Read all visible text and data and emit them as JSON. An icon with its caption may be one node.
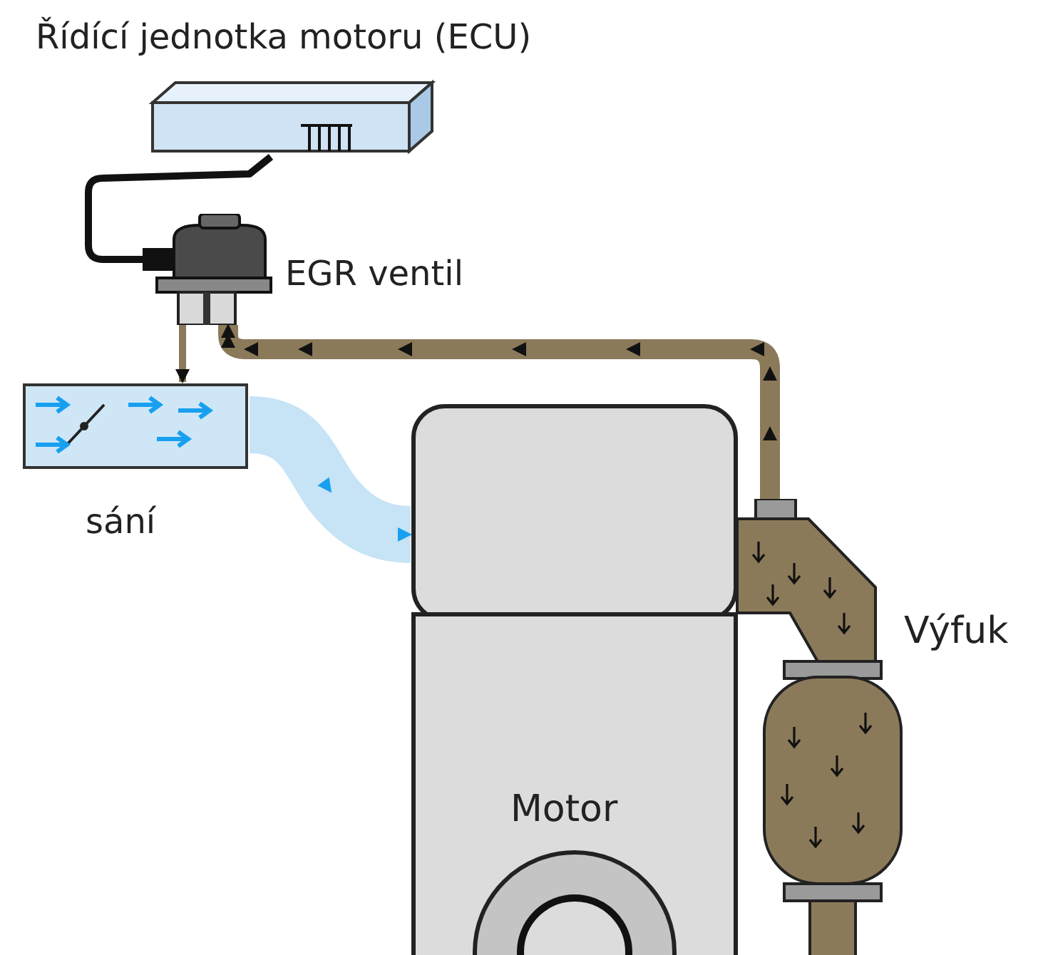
{
  "diagram": {
    "nodes": [
      {
        "text": [
          "Řídící jednotka motoru (ECU)"
        ]
      },
      {
        "text": [
          "EGR ventil"
        ]
      },
      {
        "text": [
          "sání"
        ]
      },
      {
        "text": [
          "Motor"
        ]
      },
      {
        "text": [
          "Výfuk"
        ]
      }
    ],
    "edges": [
      {
        "from": 0,
        "to": 1,
        "arrow": "none",
        "color": "#111111"
      },
      {
        "from": 4,
        "to": 1,
        "arrow": "to",
        "style": "thick",
        "color": "#8b7a5a"
      },
      {
        "from": 1,
        "to": 2,
        "arrow": "to",
        "color": "#8b7a5a"
      },
      {
        "from": 2,
        "to": 3,
        "arrow": "to",
        "style": "thick",
        "color": "#c7e3f6"
      }
    ]
  }
}
